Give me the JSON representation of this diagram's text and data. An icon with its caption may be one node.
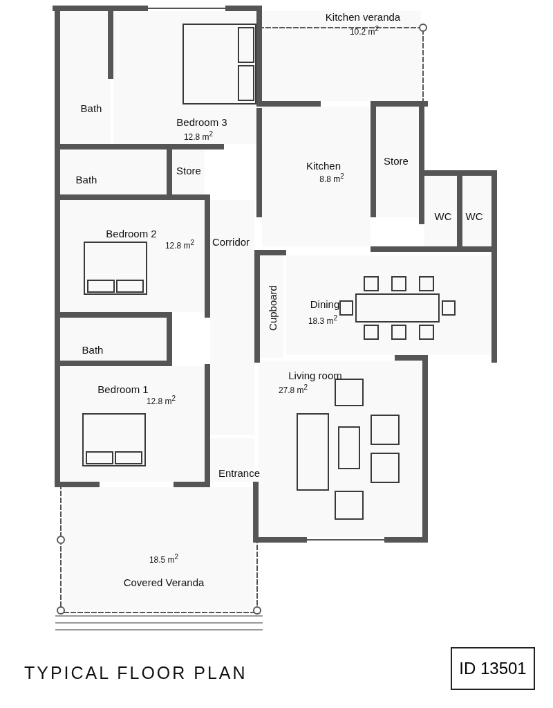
{
  "diagram": {
    "title": "TYPICAL FLOOR PLAN",
    "nodes": [
      {
        "text": [
          "Kitchen veranda",
          "10.2 m$^{2}$"
        ]
      },
      {
        "text": [
          "Bath"
        ]
      },
      {
        "text": [
          "Bedroom 3",
          "12.8 m$^{2}$"
        ]
      },
      {
        "text": [
          "Store"
        ]
      },
      {
        "text": [
          "Kitchen",
          "8.8 m$^{2}$"
        ]
      },
      {
        "text": [
          "Store"
        ]
      },
      {
        "text": [
          "Bath"
        ]
      },
      {
        "text": [
          "WC"
        ]
      },
      {
        "text": [
          "WC"
        ]
      },
      {
        "text": [
          "Bedroom 2",
          "12.8 m$^{2}$"
        ]
      },
      {
        "text": [
          "Corridor"
        ]
      },
      {
        "text": [
          "Dining",
          "18.3 m$^{2}$"
        ]
      },
      {
        "text": [
          "Cupboard"
        ]
      },
      {
        "text": [
          "Bath"
        ]
      },
      {
        "text": [
          "Living room",
          "27.8 m$^{2}$"
        ]
      },
      {
        "text": [
          "Bedroom 1",
          "12.8 m$^{2}$"
        ]
      },
      {
        "text": [
          "Entrance"
        ]
      },
      {
        "text": [
          "18.5 m$^{2}$",
          "Covered Veranda"
        ]
      }
    ],
    "labels": [
      "ID 13501"
    ]
  }
}
